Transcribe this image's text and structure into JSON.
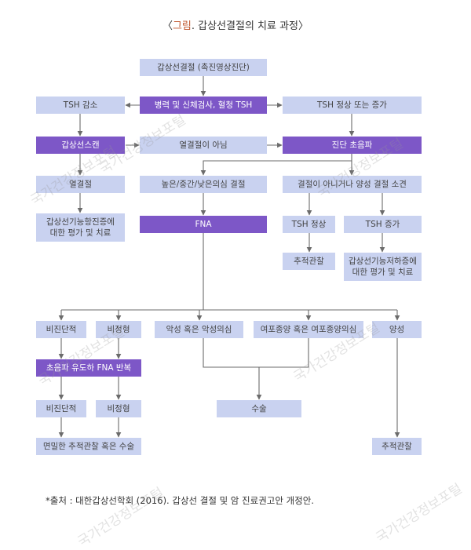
{
  "title": {
    "prefix": "〈",
    "highlight": "그림",
    "text": ". 갑상선결절의 치료 과정〉"
  },
  "nodes": {
    "n_nodule": "갑상선결절 (촉진영상진단)",
    "n_history": "병력 및 신체검사, 혈청 TSH",
    "n_tsh_low": "TSH 감소",
    "n_tsh_normal_high": "TSH 정상 또는 증가",
    "n_thyroid_scan": "갑상선스캔",
    "n_not_hot": "열결절이 아님",
    "n_dx_us": "진단 초음파",
    "n_hot": "열결절",
    "n_susp_levels": "높은/중간/낮은의심 결절",
    "n_benign_or_not": "결절이 아니거나 양성 결절 소견",
    "n_hyper_eval": "갑상선기능항진증에\n대한 평가 및 치료",
    "n_fna": "FNA",
    "n_tsh_normal": "TSH 정상",
    "n_tsh_high": "TSH 증가",
    "n_followup_1": "추적관찰",
    "n_hypo_eval": "갑상선기능저하증에\n대한 평가 및 치료",
    "n_nondiag_1": "비진단적",
    "n_atypical_1": "비정형",
    "n_malignant": "악성 혹은 악성의심",
    "n_follicular": "여포종양 혹은 여포종양의심",
    "n_benign": "양성",
    "n_repeat_fna": "초음파 유도하 FNA 반복",
    "n_nondiag_2": "비진단적",
    "n_atypical_2": "비정형",
    "n_surgery": "수술",
    "n_close_followup": "면밀한 추적관찰 혹은 수술",
    "n_followup_2": "추적관찰"
  },
  "watermark": "국가건강정보포털",
  "footnote": "*출처 : 대한갑상선학회 (2016). 갑상선 결절 및 암 진료권고안 개정안.",
  "colors": {
    "node_fill": "#c9d2f0",
    "node_dark_fill": "#7d57c7",
    "connector": "#6b6b6b",
    "title_highlight": "#c0552b"
  }
}
